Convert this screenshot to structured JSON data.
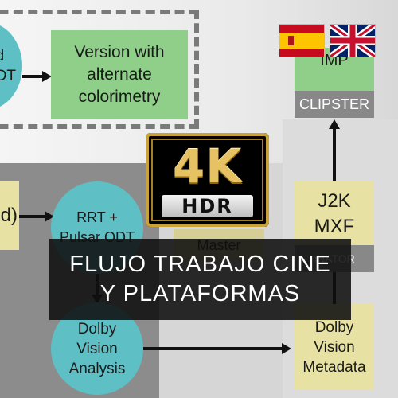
{
  "diagram": {
    "odt_fragment_text": "d\nODT",
    "version_box_text": "Version with\nalternate\ncolorimetry",
    "left_fragment_text": "d)",
    "rrt_circle_text": "RRT +\nPulsar ODT",
    "master_text": "Master",
    "dolby_analysis_text": "Dolby\nVision\nAnalysis",
    "imp_text": "IMP",
    "clipster_text": "CLIPSTER",
    "j2k_text": "J2K\nMXF",
    "inator_text": "INATOR",
    "dolby_metadata_text": "Dolby\nVision\nMetadata"
  },
  "badge": {
    "top_text": "4K",
    "bottom_text": "HDR"
  },
  "banner": {
    "line1": "FLUJO TRABAJO CINE",
    "line2": "Y PLATAFORMAS"
  },
  "languages": [
    {
      "name": "spanish-flag-icon",
      "code": "ES"
    },
    {
      "name": "uk-flag-icon",
      "code": "EN"
    }
  ]
}
